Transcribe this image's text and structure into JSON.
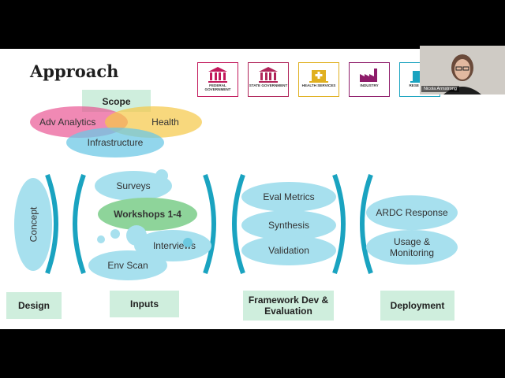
{
  "slide": {
    "title": "Approach",
    "sectors": [
      {
        "label": "FEDERAL GOVERNMENT",
        "color": "#c2185b",
        "icon": "government-building-icon"
      },
      {
        "label": "STATE GOVERNMENT",
        "color": "#b0255a",
        "icon": "government-building-icon"
      },
      {
        "label": "HEALTH SERVICES",
        "color": "#e0b020",
        "icon": "hospital-icon"
      },
      {
        "label": "INDUSTRY",
        "color": "#8e1c6a",
        "icon": "factory-icon"
      },
      {
        "label": "RESE FACIL",
        "color": "#1aa3c0",
        "icon": "research-facility-icon"
      }
    ],
    "scope": {
      "label": "Scope",
      "circles": [
        "Adv Analytics",
        "Health",
        "Infrastructure"
      ]
    },
    "stages": {
      "design": {
        "items": [
          "Concept"
        ],
        "label": "Design"
      },
      "inputs": {
        "items": [
          "Surveys",
          "Workshops 1-4",
          "Interviews",
          "Env Scan"
        ],
        "label": "Inputs"
      },
      "framework": {
        "items": [
          "Eval Metrics",
          "Synthesis",
          "Validation"
        ],
        "label": "Framework Dev & Evaluation"
      },
      "deployment": {
        "items": [
          "ARDC Response",
          "Usage & Monitoring"
        ],
        "label": "Deployment"
      }
    },
    "colors": {
      "accent": "#1aa3c0",
      "bubble": "#a7e0ee",
      "workshop": "#8ed49a",
      "labelBox": "#cfeedd"
    }
  },
  "video": {
    "participant_name": "Nicola Armstrong"
  }
}
